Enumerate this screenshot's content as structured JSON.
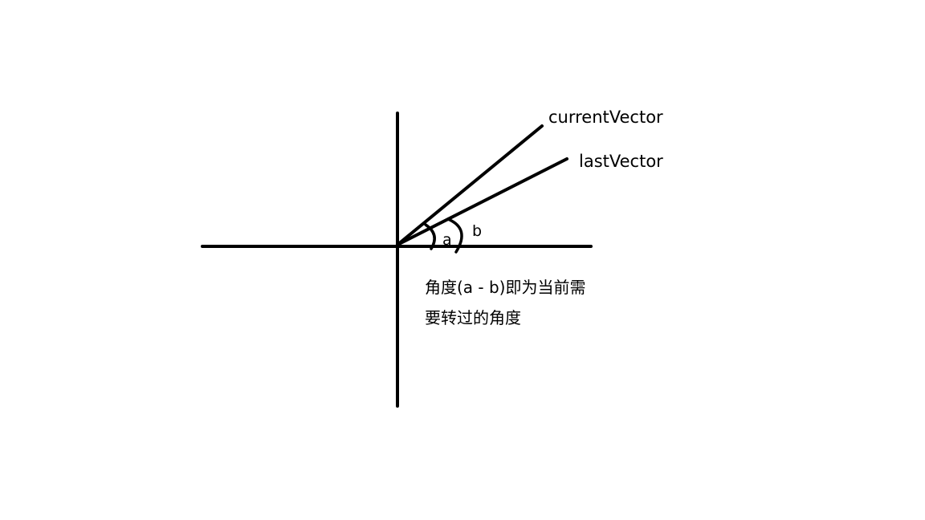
{
  "labels": {
    "current_vector": "currentVector",
    "last_vector": "lastVector",
    "angle_a": "a",
    "angle_b": "b"
  },
  "note": {
    "line1": "角度(a - b)即为当前需",
    "line2": "要转过的角度"
  },
  "colors": {
    "ink": "#000000",
    "background": "#ffffff"
  }
}
